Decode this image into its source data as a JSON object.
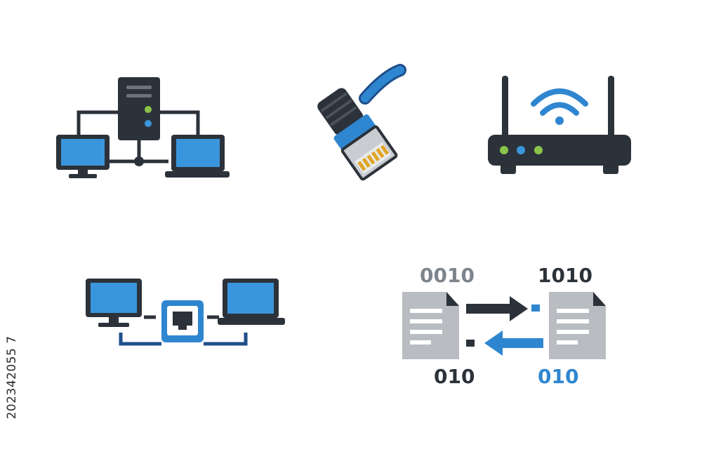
{
  "stock_id": "202342055 7",
  "binary_labels": {
    "top_left": "0010",
    "top_right": "1010",
    "bottom_left": "010",
    "bottom_right": "010"
  },
  "colors": {
    "dark": "#2c323a",
    "blue": "#2f86d0",
    "screen_blue": "#3a96dc",
    "dark_blue": "#1f4f8c",
    "green_led": "#8bc34a",
    "gray_doc": "#b9bcc1"
  },
  "icons": [
    "network-topology-icon",
    "ethernet-cable-icon",
    "wifi-router-icon",
    "lan-connection-icon",
    "data-transfer-icon"
  ]
}
